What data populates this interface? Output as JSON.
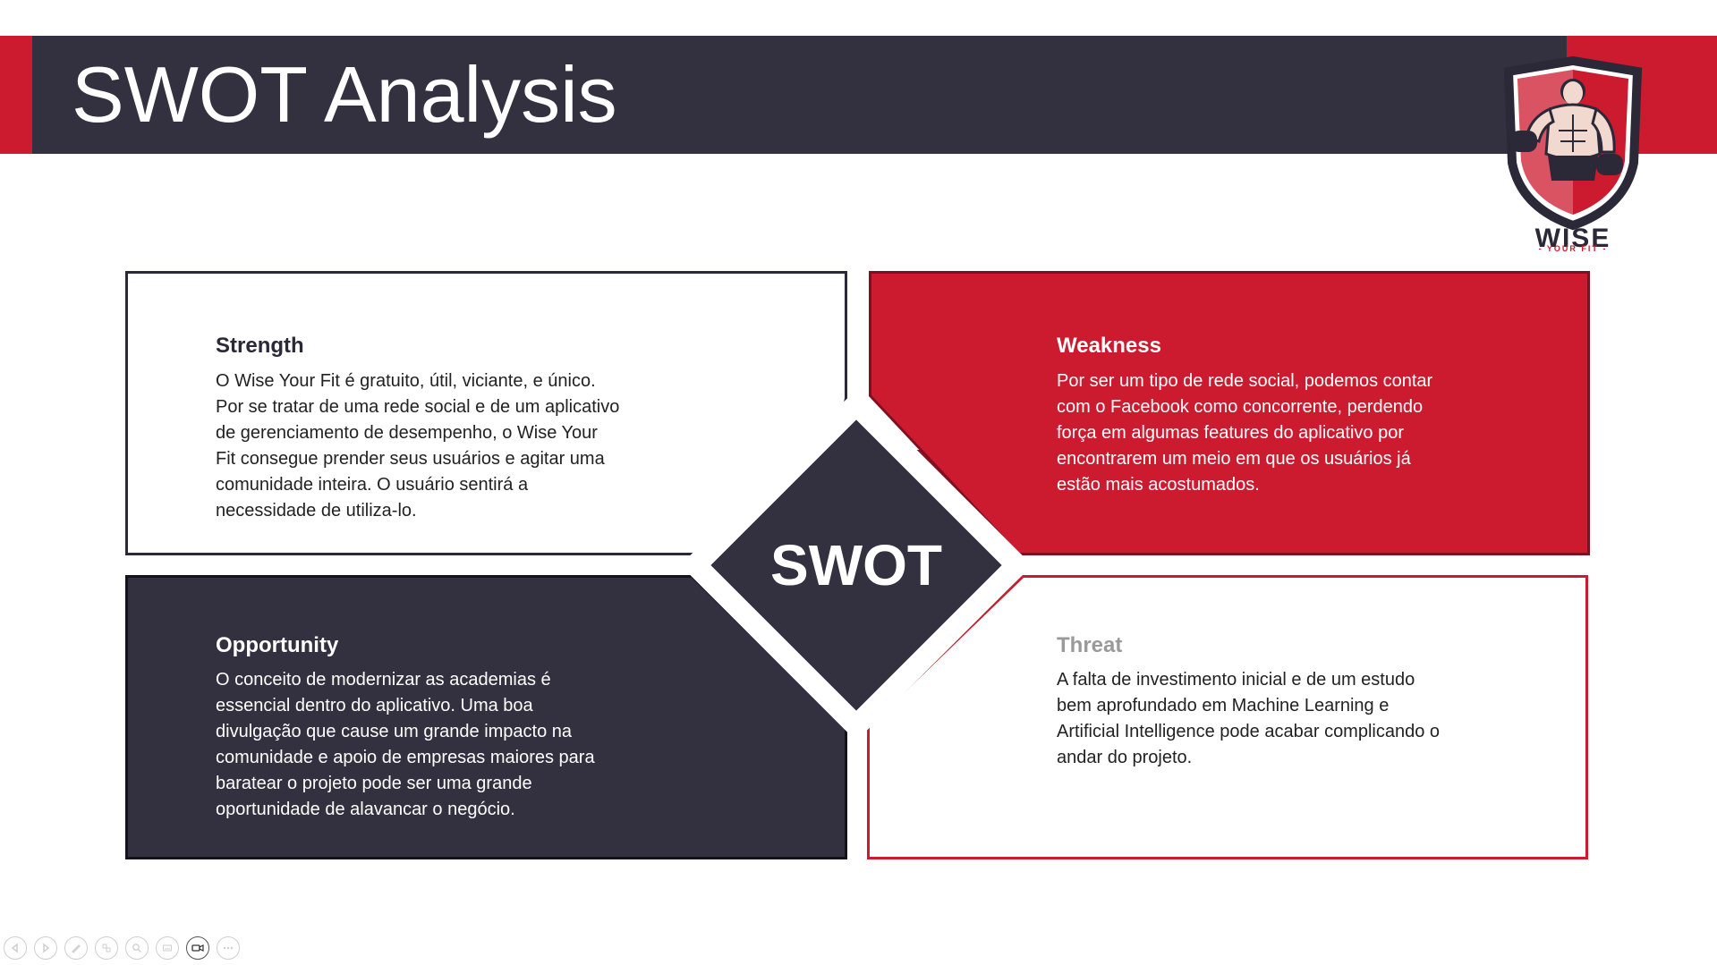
{
  "slide": {
    "title": "SWOT Analysis",
    "center_label": "SWOT"
  },
  "logo": {
    "brand": "WISE",
    "tagline": "- YOUR FIT -",
    "icon": "bodybuilder-shield-icon"
  },
  "quadrants": {
    "strength": {
      "title": "Strength",
      "body": "O Wise Your Fit é gratuito, útil, viciante, e único.\nPor se tratar de uma rede social e de um aplicativo\nde gerenciamento de desempenho, o Wise Your\nFit consegue prender seus usuários e agitar uma\ncomunidade inteira. O usuário sentirá a\nnecessidade de utiliza-lo."
    },
    "weakness": {
      "title": "Weakness",
      "body": "Por ser um tipo de rede social, podemos contar\ncom o Facebook como concorrente, perdendo\nforça em algumas features do aplicativo por\nencontrarem um meio em que os usuários já\nestão mais acostumados."
    },
    "opportunity": {
      "title": "Opportunity",
      "body": "O conceito de modernizar as academias é\nessencial dentro do aplicativo. Uma boa\ndivulgação que cause um grande impacto na\ncomunidade e apoio de empresas maiores para\nbaratear o projeto pode ser uma grande\noportunidade de alavancar o negócio."
    },
    "threat": {
      "title": "Threat",
      "body": "A falta de investimento inicial e de um estudo\nbem aprofundado em Machine Learning e\nArtificial Intelligence pode acabar complicando o\nandar do projeto."
    }
  },
  "colors": {
    "dark": "#33303f",
    "red": "#cc1a2e",
    "white": "#ffffff"
  },
  "toolbar": {
    "buttons": [
      "previous-icon",
      "next-icon",
      "pen-icon",
      "slides-icon",
      "zoom-icon",
      "subtitles-icon",
      "camera-icon",
      "more-icon"
    ]
  }
}
